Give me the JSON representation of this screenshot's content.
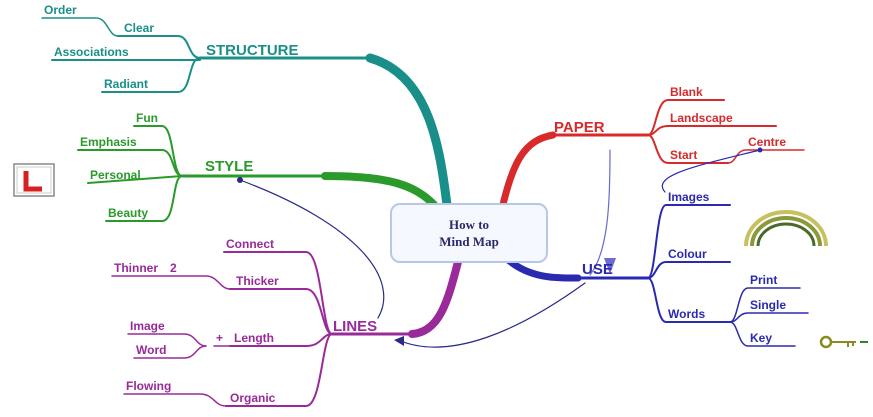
{
  "central_topic": "How to\nMind Map",
  "branches": {
    "structure": {
      "label": "STRUCTURE",
      "color": "#1a8f8a",
      "children": [
        "Order",
        "Clear",
        "Associations",
        "Radiant"
      ]
    },
    "style": {
      "label": "STYLE",
      "color": "#2a9a2a",
      "children": [
        "Fun",
        "Emphasis",
        "Personal",
        "Beauty"
      ]
    },
    "lines": {
      "label": "LINES",
      "color": "#9a2a9a",
      "children": [
        "Connect",
        "Thinner",
        "2",
        "Thicker",
        "Image",
        "Word",
        "+",
        "Length",
        "Flowing",
        "Organic"
      ]
    },
    "paper": {
      "label": "PAPER",
      "color": "#d82a2a",
      "children": [
        "Blank",
        "Landscape",
        "Start",
        "Centre"
      ]
    },
    "use": {
      "label": "USE",
      "color": "#2a2ab0",
      "children": [
        "Images",
        "Colour",
        "Words",
        "Print",
        "Single",
        "Key"
      ]
    }
  },
  "icons": [
    "l-plate-icon",
    "rainbow-icon",
    "key-icon"
  ]
}
